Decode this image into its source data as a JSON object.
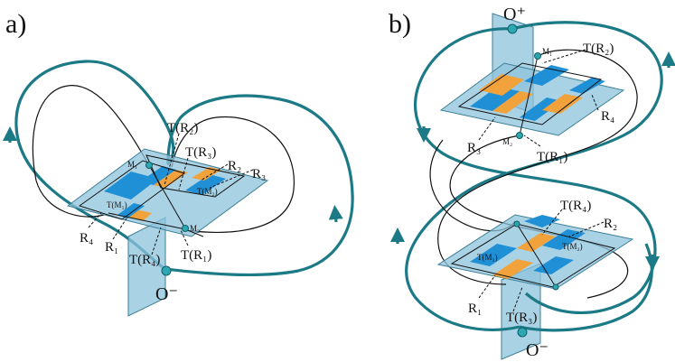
{
  "colors": {
    "orbit": "#1c7a87",
    "plane": "#8ec3dc",
    "strip_blue": "#1f8fd6",
    "strip_orange": "#f2a23a",
    "point": "#2ea8b0"
  },
  "panel_a": {
    "label": "a)",
    "saddle": "O⁻",
    "M1": "M₁",
    "M2": "M₂",
    "TM1": "T(M₁)",
    "TM2": "T(M₂)",
    "TR1": "T(R₁)",
    "TR2": "T(R₂)",
    "TR3": "T(R₃)",
    "TR4": "T(R₄)",
    "R1": "R₁",
    "R2": "R₂",
    "R3": "R₃",
    "R4": "R₄"
  },
  "panel_b": {
    "label": "b)",
    "saddle_top": "O⁺",
    "saddle_bottom": "O⁻",
    "M1": "M₁",
    "M2": "M₂",
    "TM1": "T(M₁)",
    "TM2": "T(M₂)",
    "TR1": "T(R₁)",
    "TR2": "T(R₂)",
    "TR3": "T(R₃)",
    "TR4": "T(R₄)",
    "R1": "R₁",
    "R2": "R₂",
    "R3": "R₃",
    "R4": "R₄"
  }
}
